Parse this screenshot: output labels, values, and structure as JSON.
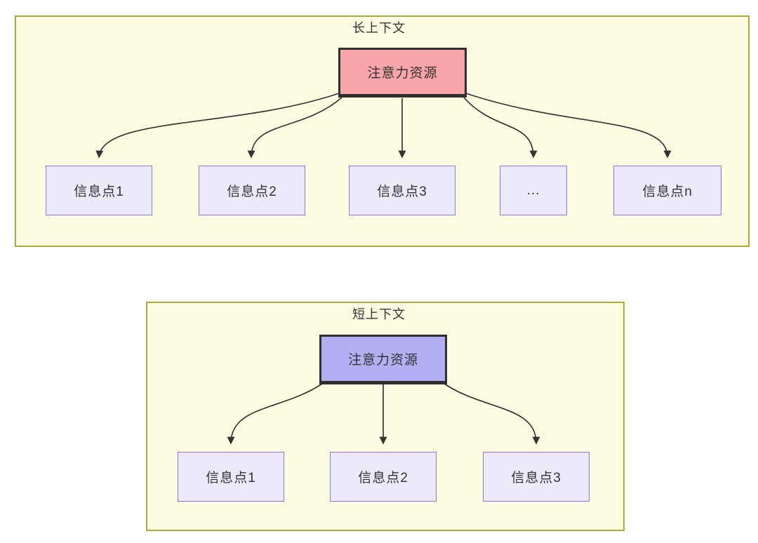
{
  "panels": [
    {
      "id": "long-context",
      "title": "长上下文",
      "source": {
        "label": "注意力资源",
        "fill": "#f8a5a9"
      },
      "targets": [
        {
          "label": "信息点1"
        },
        {
          "label": "信息点2"
        },
        {
          "label": "信息点3"
        },
        {
          "label": "..."
        },
        {
          "label": "信息点n"
        }
      ]
    },
    {
      "id": "short-context",
      "title": "短上下文",
      "source": {
        "label": "注意力资源",
        "fill": "#b0b0f2"
      },
      "targets": [
        {
          "label": "信息点1"
        },
        {
          "label": "信息点2"
        },
        {
          "label": "信息点3"
        }
      ]
    }
  ],
  "colors": {
    "panel_bg": "#fcfce2",
    "panel_border": "#aaaa3c",
    "target_bg": "#eaeafb",
    "target_border": "#9673d9",
    "arrow": "#333333",
    "text": "#333333"
  }
}
